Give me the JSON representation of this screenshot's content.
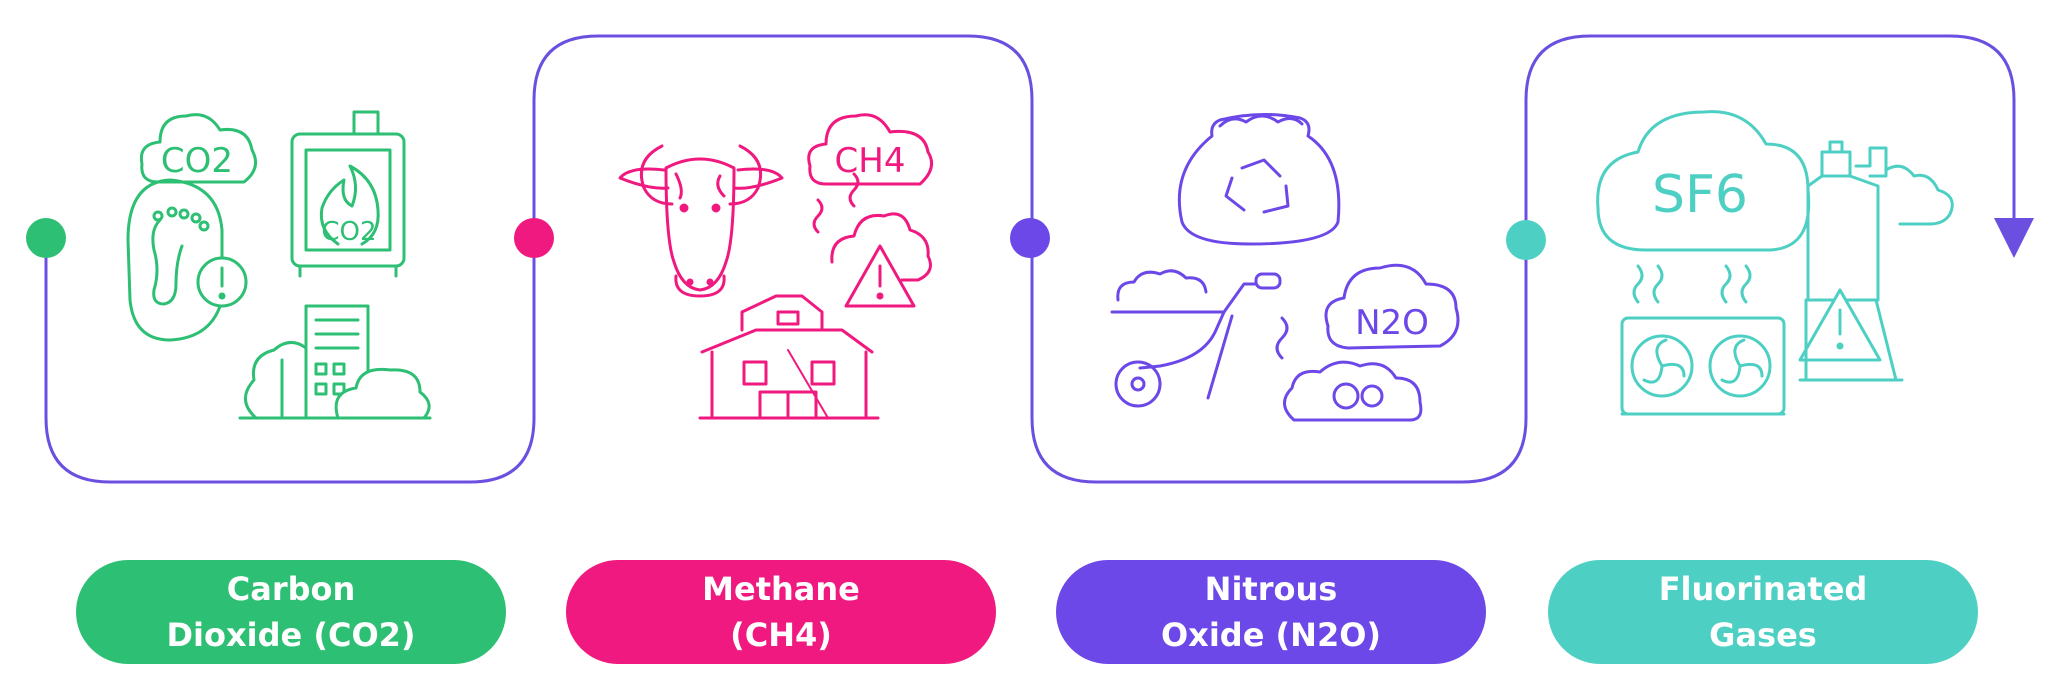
{
  "colors": {
    "connector": "#6b4fe0",
    "co2": "#2dbf73",
    "ch4": "#f0197f",
    "n2o": "#6c48e8",
    "fgas": "#4dd0c3"
  },
  "icons": {
    "co2": [
      "co2-cloud-icon",
      "footprint-icon",
      "co2-fire-container-icon",
      "factory-smoke-icon"
    ],
    "ch4": [
      "cow-icon",
      "ch4-cloud-icon",
      "barn-icon",
      "warning-cloud-icon"
    ],
    "n2o": [
      "fertilizer-bag-icon",
      "wheelbarrow-icon",
      "n2o-cloud-icon",
      "smoke-cloud-icon"
    ],
    "fgas": [
      "sf6-cloud-icon",
      "air-conditioner-icon",
      "chimney-warning-icon"
    ]
  },
  "cloud_labels": {
    "co2_a": "CO2",
    "co2_b": "CO2",
    "ch4": "CH4",
    "n2o": "N2O",
    "sf6": "SF6"
  },
  "labels": {
    "co2": {
      "line1": "Carbon",
      "line2": "Dioxide (CO2)"
    },
    "ch4": {
      "line1": "Methane",
      "line2": "(CH4)"
    },
    "n2o": {
      "line1": "Nitrous",
      "line2": "Oxide (N2O)"
    },
    "fgas": {
      "line1": "Fluorinated",
      "line2": "Gases"
    }
  }
}
